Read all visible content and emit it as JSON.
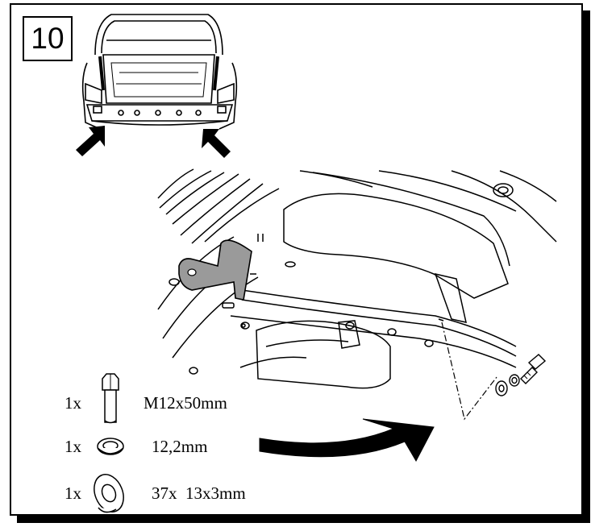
{
  "step_number": "10",
  "parts": [
    {
      "qty": "1x",
      "icon": "bolt-icon",
      "spec": "M12x50mm"
    },
    {
      "qty": "1x",
      "icon": "spring-washer-icon",
      "spec": "12,2mm"
    },
    {
      "qty": "1x",
      "icon": "flat-washer-icon",
      "spec": "37x  13x3mm"
    }
  ]
}
